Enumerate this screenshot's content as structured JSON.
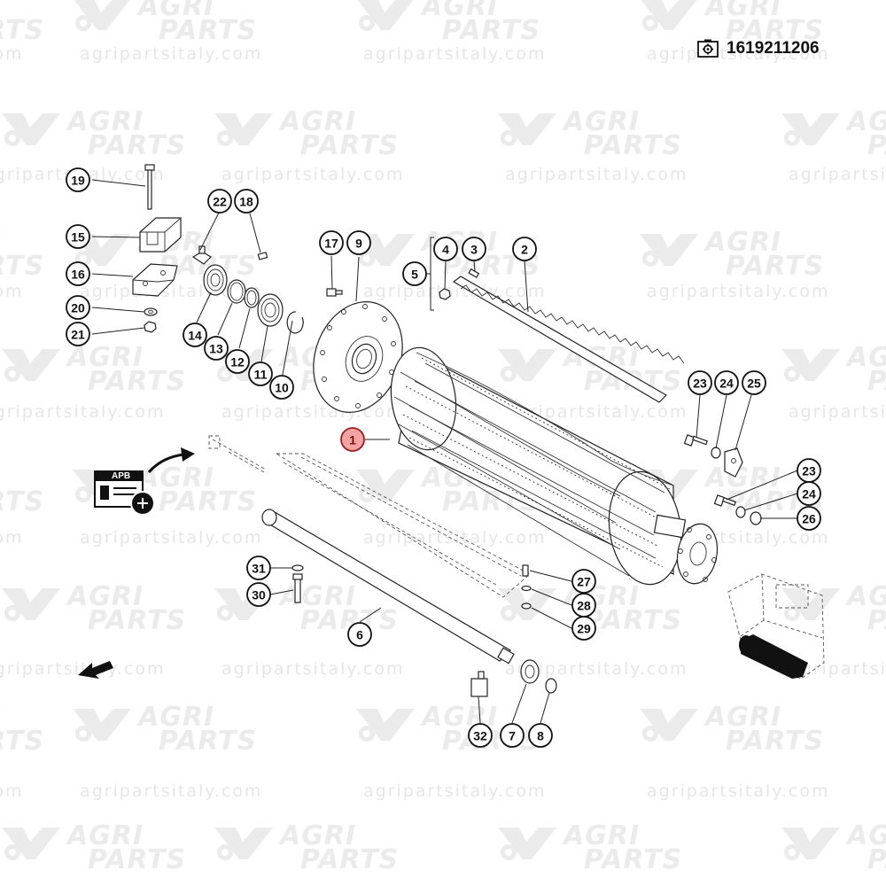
{
  "watermark": {
    "brand_line1": "AGRI",
    "brand_line2": "PARTS",
    "url": "agripartsitaly.com"
  },
  "header": {
    "part_code": "1619211206",
    "code_icon": "gear-box-icon"
  },
  "apb_badge": {
    "label": "APB",
    "icon": "add-plus-icon"
  },
  "callouts": [
    {
      "id": "c1",
      "label": "1",
      "highlight": true
    },
    {
      "id": "c2",
      "label": "2"
    },
    {
      "id": "c3",
      "label": "3"
    },
    {
      "id": "c4",
      "label": "4"
    },
    {
      "id": "c5",
      "label": "5"
    },
    {
      "id": "c6",
      "label": "6"
    },
    {
      "id": "c7",
      "label": "7"
    },
    {
      "id": "c8",
      "label": "8"
    },
    {
      "id": "c9",
      "label": "9"
    },
    {
      "id": "c10",
      "label": "10"
    },
    {
      "id": "c11",
      "label": "11"
    },
    {
      "id": "c12",
      "label": "12"
    },
    {
      "id": "c13",
      "label": "13"
    },
    {
      "id": "c14",
      "label": "14"
    },
    {
      "id": "c15",
      "label": "15"
    },
    {
      "id": "c16",
      "label": "16"
    },
    {
      "id": "c17",
      "label": "17"
    },
    {
      "id": "c18",
      "label": "18"
    },
    {
      "id": "c19",
      "label": "19"
    },
    {
      "id": "c20",
      "label": "20"
    },
    {
      "id": "c21",
      "label": "21"
    },
    {
      "id": "c22",
      "label": "22"
    },
    {
      "id": "c23a",
      "label": "23"
    },
    {
      "id": "c24a",
      "label": "24"
    },
    {
      "id": "c25",
      "label": "25"
    },
    {
      "id": "c23b",
      "label": "23"
    },
    {
      "id": "c24b",
      "label": "24"
    },
    {
      "id": "c26",
      "label": "26"
    },
    {
      "id": "c27",
      "label": "27"
    },
    {
      "id": "c28",
      "label": "28"
    },
    {
      "id": "c29",
      "label": "29"
    },
    {
      "id": "c30",
      "label": "30"
    },
    {
      "id": "c31",
      "label": "31"
    },
    {
      "id": "c32",
      "label": "32"
    }
  ],
  "colors": {
    "highlight_fill": "#f4a3a3",
    "line": "#222222",
    "watermark": "#ebebeb"
  }
}
